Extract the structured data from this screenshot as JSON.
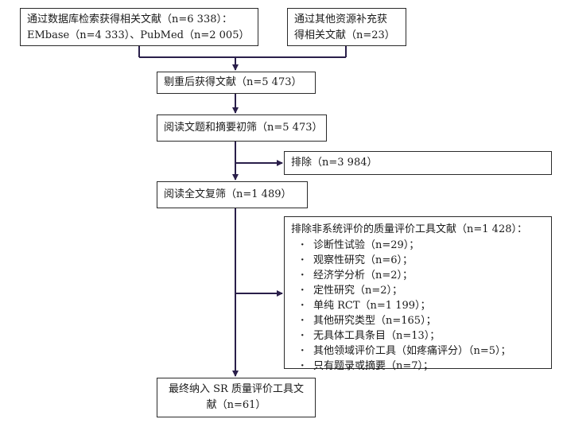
{
  "boxes": {
    "db_search_l1": "通过数据库检索获得相关文献（n=6 338）：",
    "db_search_l2": "EMbase（n=4 333）、PubMed（n=2 005）",
    "other_sources_l1": "通过其他资源补充获",
    "other_sources_l2": "得相关文献（n=23）",
    "dedup": "剔重后获得文献（n=5 473）",
    "title_abstract_screen": "阅读文题和摘要初筛（n=5 473）",
    "excluded_first": "排除（n=3 984）",
    "fulltext_screen": "阅读全文复筛（n=1 489）",
    "final_l1": "最终纳入 SR 质量评价工具文",
    "final_l2": "献（n=61）"
  },
  "exclusion_detail": {
    "heading": "排除非系统评价的质量评价工具文献（n=1 428）：",
    "items": [
      "诊断性试验（n=29）；",
      "观察性研究（n=6）；",
      "经济学分析（n=2）；",
      "定性研究（n=2）；",
      "单纯 RCT（n=1 199）；",
      "其他研究类型（n=165）；",
      "无具体工具条目（n=13）；",
      "其他领域评价工具（如疼痛评分）（n=5）；",
      "只有题录或摘要（n=7）；"
    ]
  }
}
